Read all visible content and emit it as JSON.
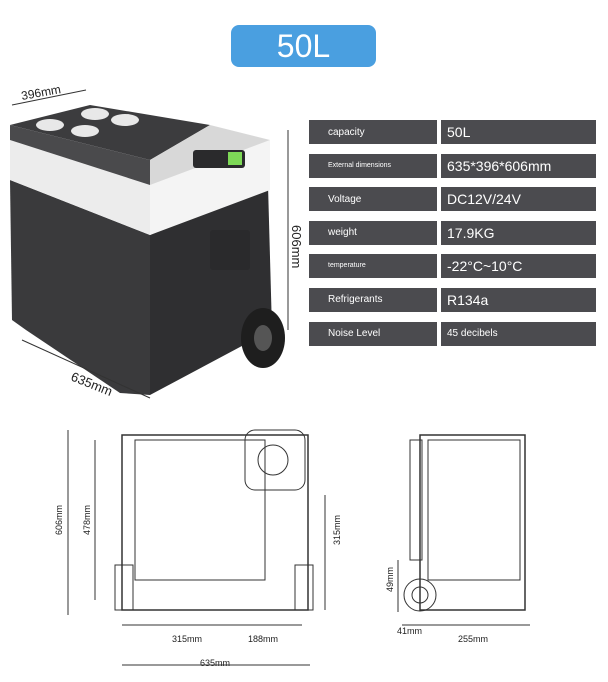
{
  "badge": "50L",
  "product_dims": {
    "width": "396mm",
    "height": "606mm",
    "length": "635mm"
  },
  "specs": [
    {
      "key": "capacity",
      "value": "50L",
      "key_small": false
    },
    {
      "key": "External dimensions",
      "value": "635*396*606mm",
      "key_small": true
    },
    {
      "key": "Voltage",
      "value": "DC12V/24V",
      "key_small": false
    },
    {
      "key": "weight",
      "value": "17.9KG",
      "key_small": false
    },
    {
      "key": "temperature",
      "value": "-22°C~10°C",
      "key_small": true
    },
    {
      "key": "Refrigerants",
      "value": "R134a",
      "key_small": false
    },
    {
      "key": "Noise Level",
      "value": "45 decibels",
      "key_small": false,
      "value_small": true
    }
  ],
  "front_drawing": {
    "h_total": "606mm",
    "h_inner": "478mm",
    "h_right": "315mm",
    "w_left": "315mm",
    "w_right": "188mm",
    "w_total": "635mm"
  },
  "side_drawing": {
    "h_wheel": "49mm",
    "w_small": "41mm",
    "w_bottom": "255mm"
  },
  "colors": {
    "badge": "#4a9fe0",
    "spec_bar": "#4b4b4f",
    "body": "#3a3a3c",
    "lid": "#e8e8e8"
  }
}
